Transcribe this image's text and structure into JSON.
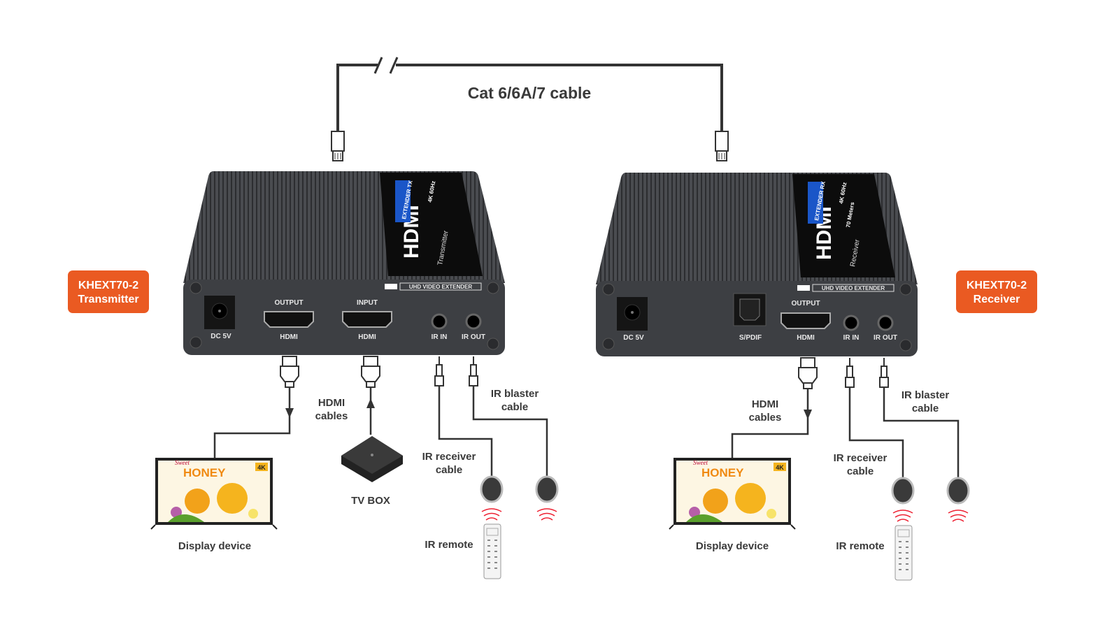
{
  "cable_label": "Cat 6/6A/7 cable",
  "colors": {
    "accent_orange": "#ea5a22",
    "device_body": "#3b3d40",
    "cable": "#333333"
  },
  "transmitter": {
    "tag_line1": "KHEXT70-2",
    "tag_line2": "Transmitter",
    "panel_brand": "UHD VIDEO EXTENDER",
    "top_label": "Transmitter",
    "top_badge": "4K 60Hz",
    "top_stripe": "EXTENDER TX",
    "ports": {
      "dc": "DC 5V",
      "out_top": "OUTPUT",
      "out_bottom": "HDMI",
      "in_top": "INPUT",
      "in_bottom": "HDMI",
      "ir_in": "IR IN",
      "ir_out": "IR OUT"
    },
    "hdmi_cables_1": "HDMI",
    "hdmi_cables_2": "cables",
    "ir_blaster_1": "IR blaster",
    "ir_blaster_2": "cable",
    "ir_receiver_1": "IR receiver",
    "ir_receiver_2": "cable",
    "tv_box": "TV BOX",
    "display": "Display device",
    "ir_remote": "IR remote"
  },
  "receiver": {
    "tag_line1": "KHEXT70-2",
    "tag_line2": "Receiver",
    "panel_brand": "UHD VIDEO EXTENDER",
    "top_label": "Receiver",
    "top_badge": "4K 60Hz",
    "top_badge2": "70 Meters",
    "top_stripe": "EXTENDER RX",
    "ports": {
      "dc": "DC 5V",
      "spdif": "S/PDIF",
      "out_top": "OUTPUT",
      "out_bottom": "HDMI",
      "ir_in": "IR IN",
      "ir_out": "IR OUT"
    },
    "hdmi_cables_1": "HDMI",
    "hdmi_cables_2": "cables",
    "ir_blaster_1": "IR blaster",
    "ir_blaster_2": "cable",
    "ir_receiver_1": "IR receiver",
    "ir_receiver_2": "cable",
    "display": "Display device",
    "ir_remote": "IR remote"
  },
  "screen_image": {
    "brand_small": "Sweet",
    "brand": "HONEY",
    "badge": "4K"
  }
}
